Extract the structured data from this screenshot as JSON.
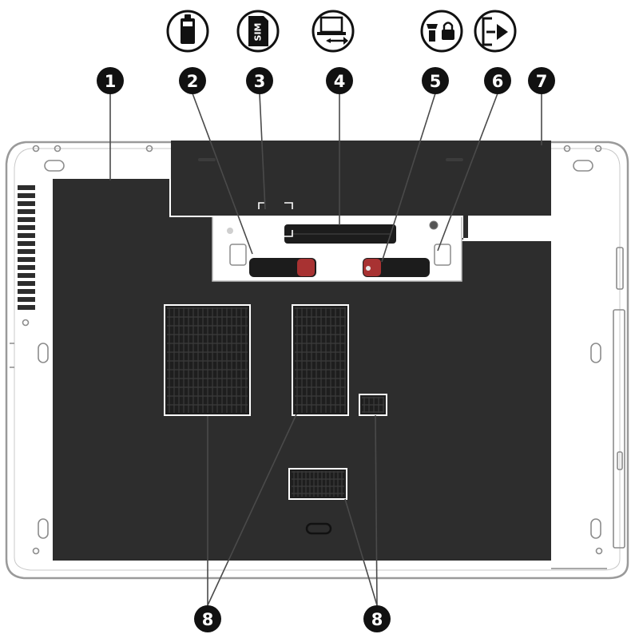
{
  "callouts": [
    {
      "label": "1"
    },
    {
      "label": "2"
    },
    {
      "label": "3"
    },
    {
      "label": "4"
    },
    {
      "label": "5"
    },
    {
      "label": "6"
    },
    {
      "label": "7"
    },
    {
      "label": "8"
    },
    {
      "label": "8"
    }
  ],
  "icons": {
    "battery": "battery-icon",
    "sim": "sim-card-icon",
    "sim_text": "SIM",
    "dock": "docking-connector-icon",
    "lock": "battery-lock-icon",
    "release": "battery-release-icon"
  },
  "colors": {
    "body": "#2d2d2d",
    "outline": "#9a9a9a",
    "background": "#ffffff",
    "latch_red": "#a83232",
    "callout": "#111111"
  }
}
